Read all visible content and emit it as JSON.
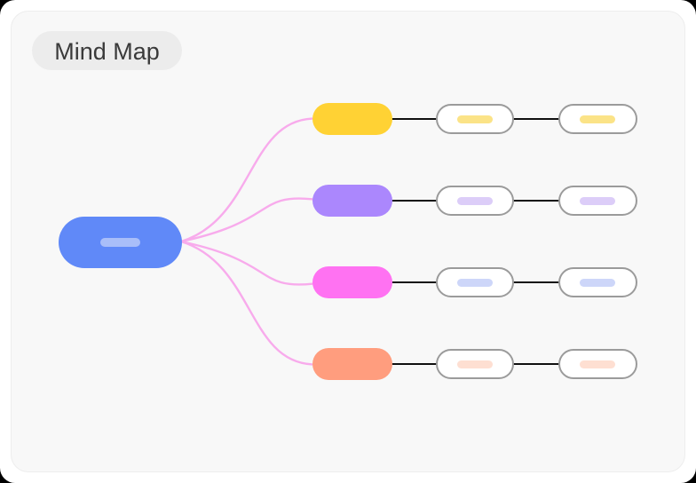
{
  "header": {
    "title": "Mind Map"
  },
  "canvas": {
    "outside_background": "#000000",
    "frame_background": "#ffffff",
    "card_background": "#f8f8f8",
    "card_border_color": "#ededed",
    "badge_background": "#ececec",
    "badge_text_color": "#3a3a3a"
  },
  "connectors": {
    "branch_link_color": "#f8abec",
    "child_link_color": "#101010"
  },
  "mindmap": {
    "root": {
      "id": "root",
      "color": "#6089f8",
      "bar_color": "#a9bef9"
    },
    "branches": [
      {
        "id": "branch-1",
        "color": "#ffd234",
        "children": [
          {
            "id": "child-1-1",
            "fill": "#ffffff",
            "border_color": "#9b9b9b",
            "bar_color": "#fbe387"
          },
          {
            "id": "child-1-2",
            "fill": "#ffffff",
            "border_color": "#9b9b9b",
            "bar_color": "#fbe387"
          }
        ]
      },
      {
        "id": "branch-2",
        "color": "#ab87fd",
        "children": [
          {
            "id": "child-2-1",
            "fill": "#ffffff",
            "border_color": "#9b9b9b",
            "bar_color": "#dccdf8"
          },
          {
            "id": "child-2-2",
            "fill": "#ffffff",
            "border_color": "#9b9b9b",
            "bar_color": "#dccdf8"
          }
        ]
      },
      {
        "id": "branch-3",
        "color": "#ff72f2",
        "children": [
          {
            "id": "child-3-1",
            "fill": "#ffffff",
            "border_color": "#9b9b9b",
            "bar_color": "#cdd6f9"
          },
          {
            "id": "child-3-2",
            "fill": "#ffffff",
            "border_color": "#9b9b9b",
            "bar_color": "#cdd6f9"
          }
        ]
      },
      {
        "id": "branch-4",
        "color": "#ff9d7e",
        "children": [
          {
            "id": "child-4-1",
            "fill": "#ffffff",
            "border_color": "#9b9b9b",
            "bar_color": "#fedfd2"
          },
          {
            "id": "child-4-2",
            "fill": "#ffffff",
            "border_color": "#9b9b9b",
            "bar_color": "#fedfd2"
          }
        ]
      }
    ]
  }
}
